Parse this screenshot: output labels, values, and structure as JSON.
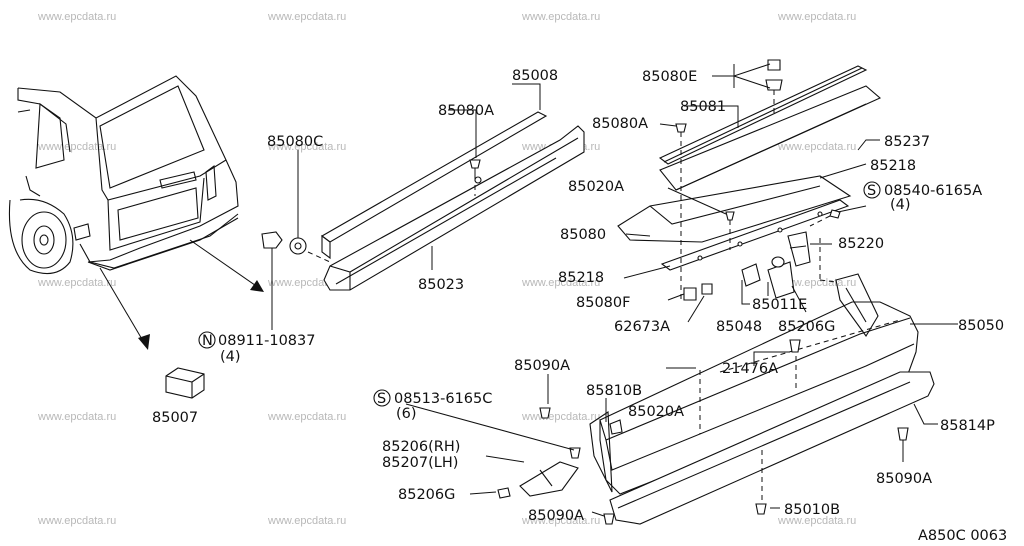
{
  "watermark": "www.epcdata.ru",
  "figure_code": "A850C 0063",
  "labels": {
    "p85008": "85008",
    "p85080A_1": "85080A",
    "p85080C": "85080C",
    "p85023": "85023",
    "n08911": "08911-10837",
    "n08911_q": "(4)",
    "n_symbol": "N",
    "p85007": "85007",
    "p85080E": "85080E",
    "p85081": "85081",
    "p85080A_2": "85080A",
    "p85237": "85237",
    "p85218_1": "85218",
    "p85020A_1": "85020A",
    "s08540": "08540-6165A",
    "s08540_q": "(4)",
    "s_symbol": "S",
    "p85080": "85080",
    "p85220": "85220",
    "p85218_2": "85218",
    "p85080F": "85080F",
    "p85011E": "85011E",
    "p62673A": "62673A",
    "p85048": "85048",
    "p85206G_1": "85206G",
    "p85050": "85050",
    "p85090A_1": "85090A",
    "p21476A": "21476A",
    "s08513": "08513-6165C",
    "s08513_q": "(6)",
    "p85810B": "85810B",
    "p85020A_2": "85020A",
    "p85814P": "85814P",
    "p85206RH": "85206(RH)",
    "p85207LH": "85207(LH)",
    "p85206G_2": "85206G",
    "p85090A_2": "85090A",
    "p85090A_3": "85090A",
    "p85010B": "85010B"
  }
}
